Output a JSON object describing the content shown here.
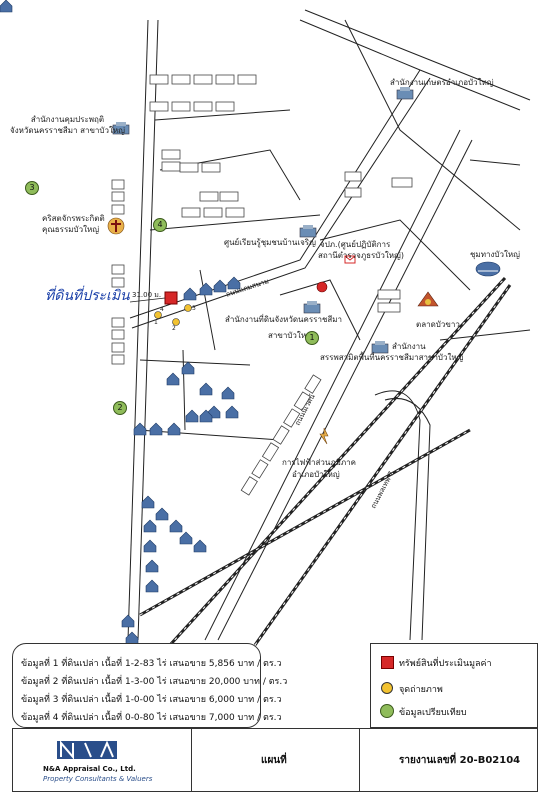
{
  "labels": {
    "lbl1": "สำนักงานเกษตรอำเภอบัวใหญ่",
    "lbl2a": "สำนักงานคุมประพฤติ",
    "lbl2b": "จังหวัดนครราชสีมา สาขาบัวใหญ่",
    "lbl3a": "คริสตจักรพระกิตติ",
    "lbl3b": "คุณธรรมบัวใหญ่",
    "lbl4": "ศูนย์เรียนรู้ชุมชนบ้านเจริญ",
    "lbl5a": "จปภ.(ศูนย์ปฏิบัติการ",
    "lbl5b": "สถานีตำรวจภูธรบัวใหญ่)",
    "lbl6": "ชุมทางบัวใหญ่",
    "lbl7a": "สำนักงานที่ดินจังหวัดนครราชสีมา",
    "lbl7b": "สาขาบัวใหญ่",
    "lbl8": "ตลาดบัวขาว",
    "lbl9a": "สำนักงาน",
    "lbl9b": "สรรพสามิตพื้นที่นครราชสีมาสาขาบัวใหญ่",
    "lbl10a": "การไฟฟ้าส่วนภูมิภาค",
    "lbl10b": "อำเภอบัวใหญ่",
    "road1": "ถนนแถมสนาม",
    "road2": "ถนนนิเวศน์",
    "road3": "ถนนพลเทพ 7",
    "distance": "31.00 ม.",
    "handwritten": "ที่ดินที่ประเมิน"
  },
  "numbers": [
    "1",
    "2",
    "3",
    "4",
    "1",
    "2",
    "3",
    "4"
  ],
  "legend": [
    {
      "id": "1",
      "text": "ข้อมูลที่ 1 ที่ดินเปล่า เนื้อที่ 1-2-83 ไร่ เสนอขาย 5,856 บาท / ตร.ว"
    },
    {
      "id": "2",
      "text": "ข้อมูลที่ 2 ที่ดินเปล่า เนื้อที่ 1-3-00 ไร่ เสนอขาย 20,000 บาท / ตร.ว"
    },
    {
      "id": "3",
      "text": "ข้อมูลที่ 3 ที่ดินเปล่า เนื้อที่ 1-0-00 ไร่ เสนอขาย 6,000 บาท / ตร.ว"
    },
    {
      "id": "4",
      "text": "ข้อมูลที่ 4 ที่ดินเปล่า เนื้อที่ 0-0-80 ไร่ เสนอขาย 7,000 บาท / ตร.ว"
    }
  ],
  "key": {
    "subject": "ทรัพย์สินที่ประเมินมูลค่า",
    "photo": "จุดถ่ายภาพ",
    "compare": "ข้อมูลเปรียบเทียบ"
  },
  "footer": {
    "company": "N&A Appraisal Co., Ltd.",
    "tagline": "Property Consultants & Valuers",
    "title": "แผนที่",
    "report": "รายงานเลขที่ 20-B02104"
  },
  "colors": {
    "subject": "#d62828",
    "compare": "#8fbc5a",
    "house": "#4a6fa5",
    "rail": "#222222"
  }
}
